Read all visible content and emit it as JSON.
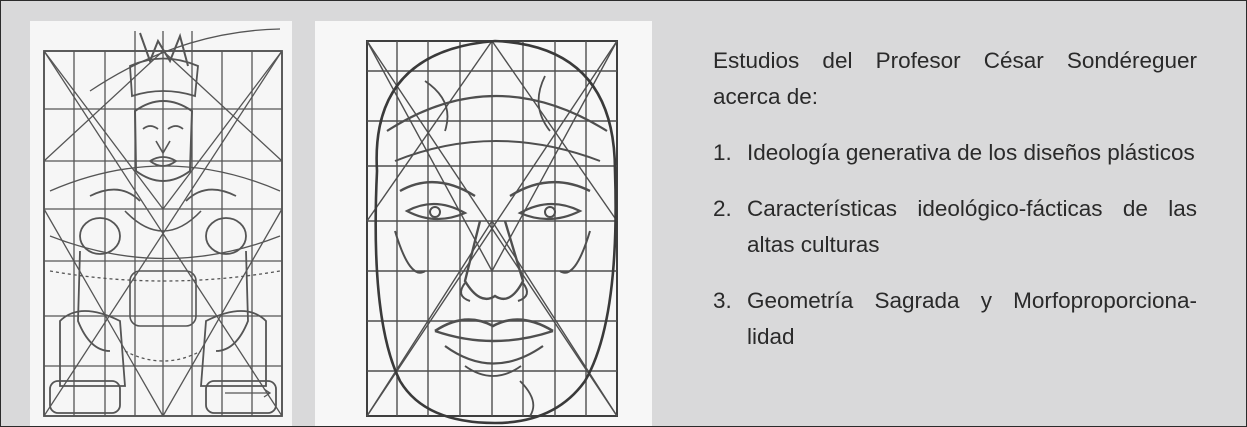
{
  "intro": "Estudios del Profesor César Sondéreguer acerca de:",
  "studies": [
    {
      "number": "1.",
      "text": "Ideología generativa de los diseños plásticos"
    },
    {
      "number": "2.",
      "text": "Características ideológico-fácticas de las altas culturas"
    },
    {
      "number": "3.",
      "text": "Geometría Sagrada y Morfoproporciona-lidad"
    }
  ],
  "images": {
    "left": "olmec-sculpture-proportion-sketch",
    "right": "olmec-colossal-head-proportion-sketch"
  },
  "colors": {
    "background": "#d9d9da",
    "text": "#2a2a2a",
    "sketch_line": "#4a4a4a",
    "border": "#2b2b2b"
  }
}
